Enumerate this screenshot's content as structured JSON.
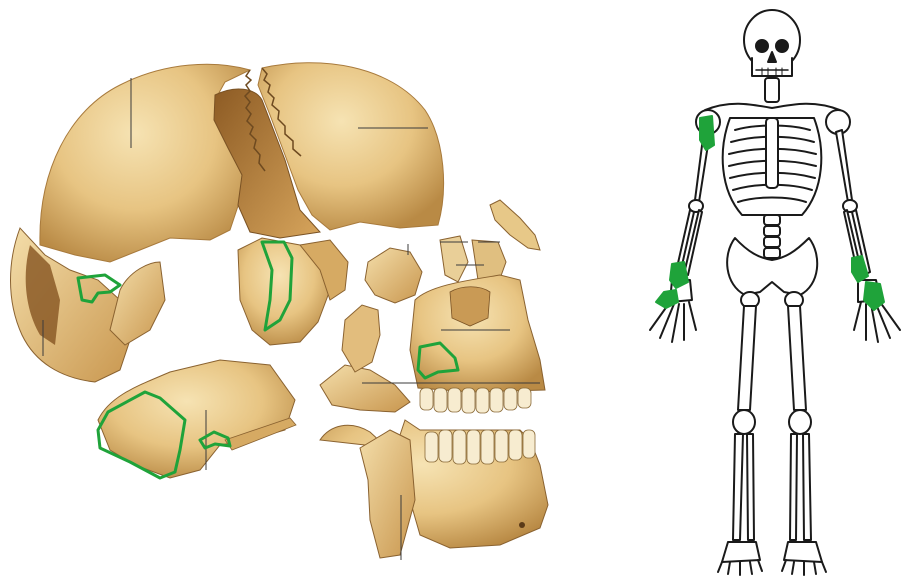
{
  "figure": {
    "panels": [
      "exploded-skull",
      "full-skeleton"
    ]
  },
  "colors": {
    "background": "#ffffff",
    "bone_light": "#f3dca6",
    "bone_mid": "#e2b870",
    "bone_dark": "#b98a45",
    "bone_shadow": "#7a5224",
    "highlight_outline": "#1fa33a",
    "skeleton_stroke": "#1a1a1a",
    "skeleton_fill": "#ffffff",
    "leader_line": "#3b3b3b"
  },
  "icons": {
    "skull_diagram": "exploded-skull-illustration",
    "skeleton_diagram": "anterior-skeleton-drawing"
  },
  "highlighted_regions": {
    "skull": [
      "occipital-fragment",
      "sphenoid-strip",
      "zygomatic-patch",
      "temporal-fragment",
      "temporal-notch"
    ],
    "skeleton": [
      "left-humerus-head",
      "left-wrist",
      "left-hand",
      "right-wrist",
      "right-hand"
    ]
  }
}
